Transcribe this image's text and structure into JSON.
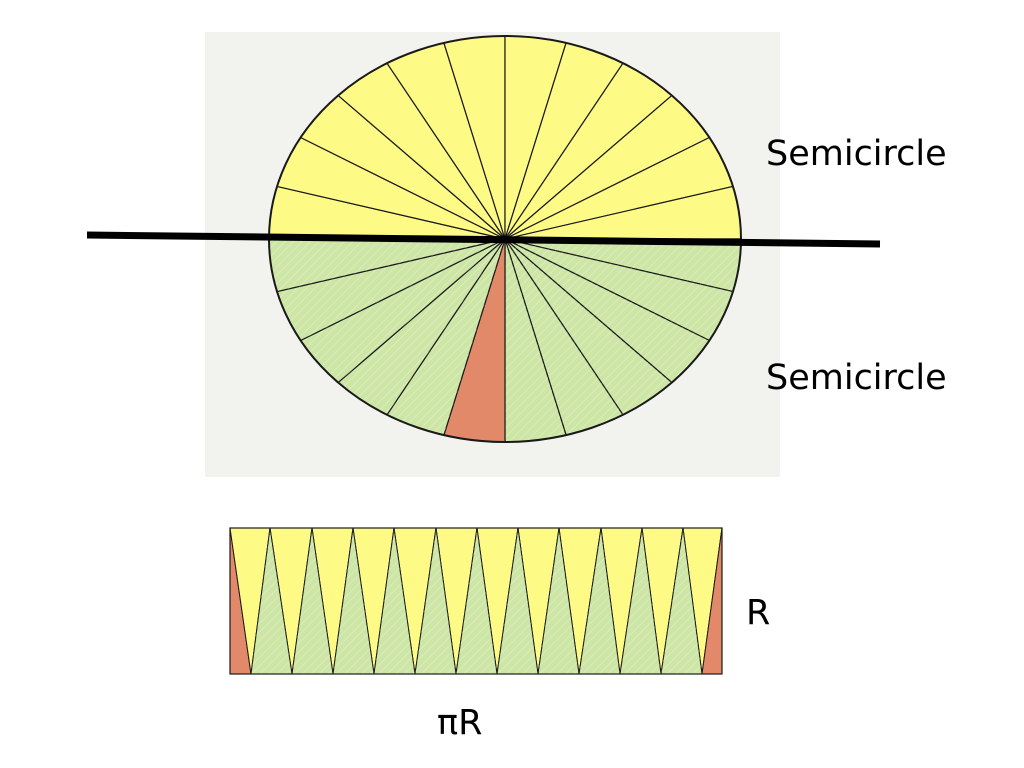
{
  "labels": {
    "top_semicircle": "Semicircle",
    "bottom_semicircle": "Semicircle",
    "rect_height": "R",
    "rect_width": "πR"
  },
  "diagram": {
    "sector_count": 24,
    "highlighted_sector_index": 18,
    "rearranged_triangle_count": 24
  },
  "colors": {
    "upper_fill": "#fdfa86",
    "lower_fill": "#cde6a6",
    "highlight_fill": "#e2896a",
    "stroke": "#1a1a1a",
    "panel_background": "#f2f3ee",
    "cut_line": "#000000",
    "label_text": "#000000"
  }
}
